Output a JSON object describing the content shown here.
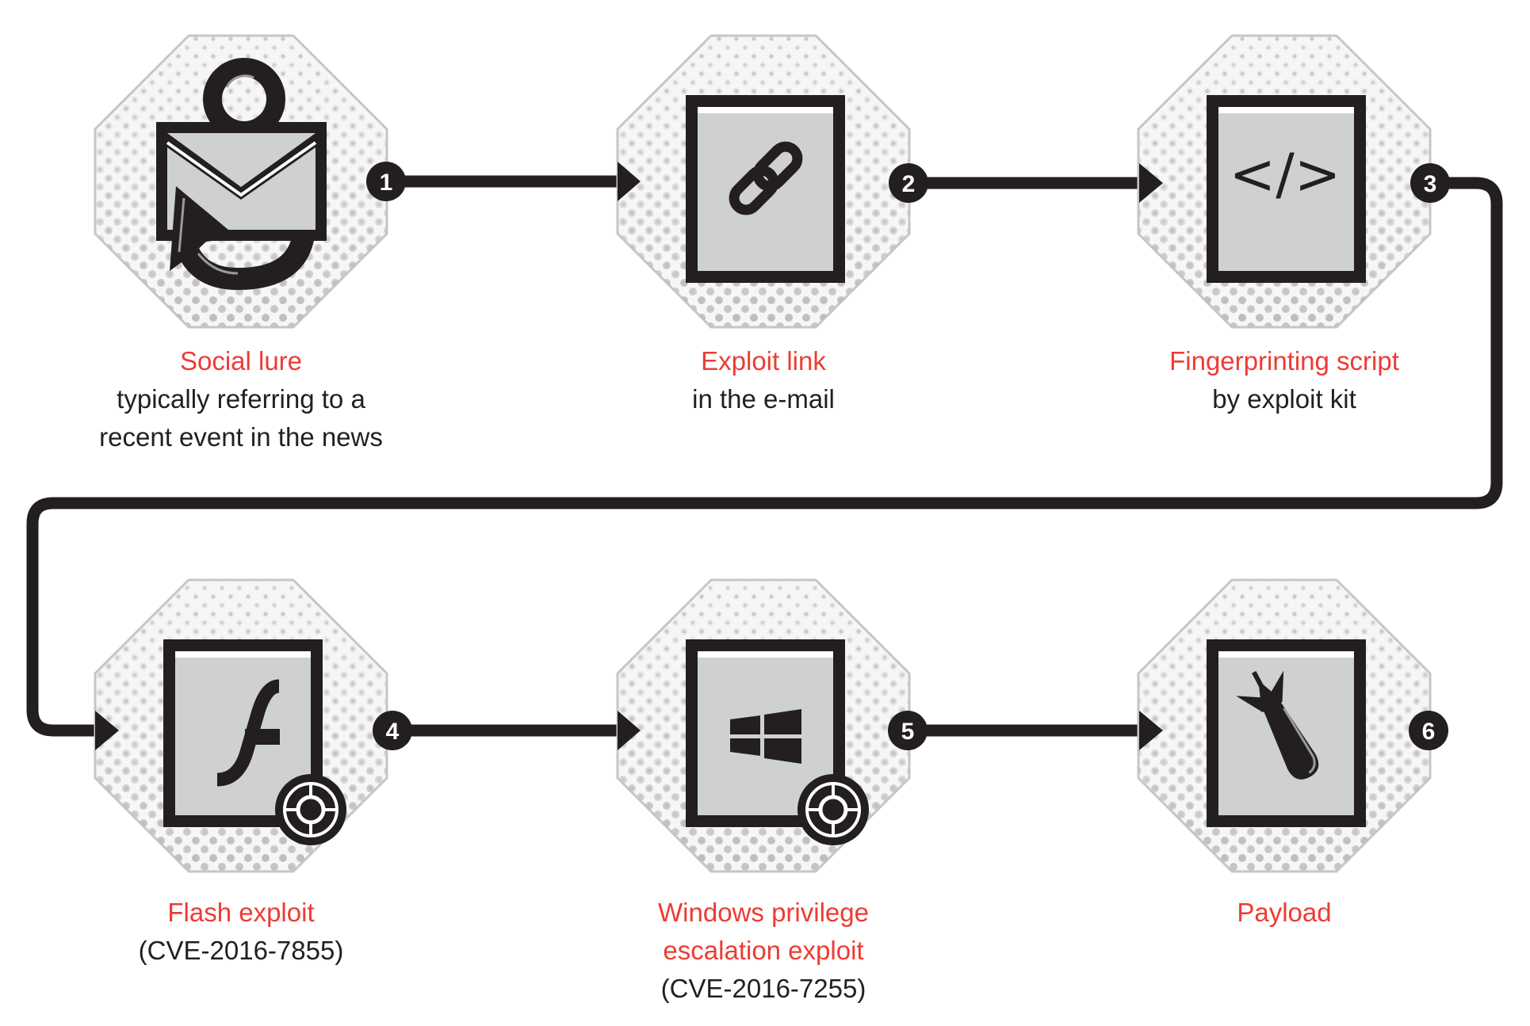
{
  "diagram": {
    "colors": {
      "title_text": "#ee3b33",
      "body_text": "#231f20",
      "line": "#231f20",
      "icon_fill": "#cfd0d2",
      "octagon_stroke": "#c6c6c6",
      "dot": "#b5b5b5"
    },
    "steps": [
      {
        "number": "1",
        "icon": "envelope-hook-icon",
        "title": "Social lure",
        "description": [
          "typically referring to a",
          "recent event in the news"
        ],
        "targeted": false
      },
      {
        "number": "2",
        "icon": "link-icon",
        "title": "Exploit link",
        "description": [
          "in the e-mail"
        ],
        "targeted": false
      },
      {
        "number": "3",
        "icon": "code-icon",
        "code_glyph": "</>",
        "title": "Fingerprinting script",
        "description": [
          "by exploit kit"
        ],
        "targeted": false
      },
      {
        "number": "4",
        "icon": "flash-icon",
        "title": "Flash exploit",
        "description": [
          "(CVE-2016-7855)"
        ],
        "targeted": true
      },
      {
        "number": "5",
        "icon": "windows-icon",
        "title": "Windows privilege escalation exploit",
        "title_lines": [
          "Windows privilege",
          "escalation exploit"
        ],
        "description": [
          "(CVE-2016-7255)"
        ],
        "targeted": true
      },
      {
        "number": "6",
        "icon": "bomb-icon",
        "title": "Payload",
        "description": [],
        "targeted": false
      }
    ]
  }
}
